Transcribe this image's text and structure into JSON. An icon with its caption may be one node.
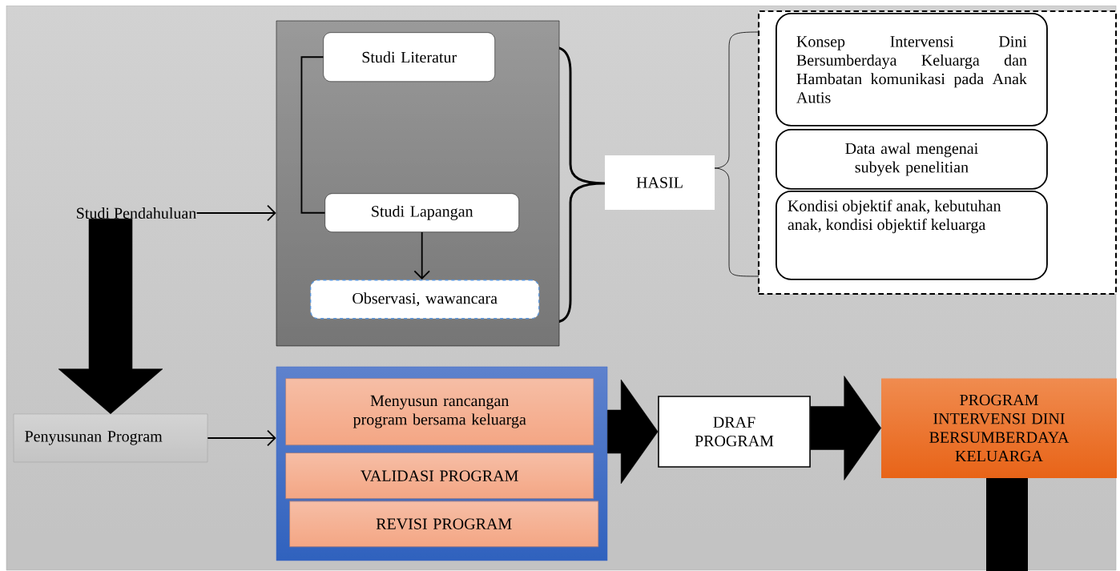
{
  "diagram": {
    "nodes": [
      {
        "text": [
          "Studi Pendahuluan"
        ]
      },
      {
        "text": [],
        "shape": "box"
      },
      {
        "text": [
          "Studi Literatur"
        ],
        "in": 1
      },
      {
        "text": [
          "Studi Lapangan"
        ],
        "in": 1
      },
      {
        "text": [
          "Observasi, wawancara"
        ],
        "in": 1
      },
      {
        "text": [
          "HASIL"
        ]
      },
      {
        "text": [],
        "shape": "box"
      },
      {
        "text": [
          "Konsep Intervensi Dini Bersumberdaya Keluarga dan Hambatan komunikasi pada Anak Autis"
        ],
        "in": 6
      },
      {
        "text": [
          "Data awal mengenai subyek penelitian"
        ],
        "in": 6
      },
      {
        "text": [
          "Kondisi objektif anak, kebutuhan anak, kondisi objektif  keluarga"
        ],
        "in": 6
      },
      {
        "text": [
          "Penyusunan Program"
        ]
      },
      {
        "text": [],
        "shape": "box"
      },
      {
        "text": [
          "Menyusun rancangan program bersama keluarga"
        ],
        "in": 11
      },
      {
        "text": [
          "VALIDASI PROGRAM"
        ],
        "in": 11
      },
      {
        "text": [
          "REVISI PROGRAM"
        ],
        "in": 11
      },
      {
        "text": [
          "DRAF PROGRAM"
        ]
      },
      {
        "text": [
          "PROGRAM INTERVENSI DINI BERSUMBERDAYA KELUARGA"
        ]
      },
      {
        "text": [],
        "shape": "bar"
      }
    ],
    "edges": [
      {
        "from": 0,
        "to": 1,
        "arrow": "to"
      },
      {
        "from": 2,
        "to": 3,
        "arrow": "none"
      },
      {
        "from": 3,
        "to": 4,
        "arrow": "to"
      },
      {
        "from": 0,
        "to": 10,
        "arrow": "to",
        "style": "thick"
      },
      {
        "from": 10,
        "to": 11,
        "arrow": "to"
      },
      {
        "from": 11,
        "to": 15,
        "arrow": "to",
        "style": "thick"
      },
      {
        "from": 15,
        "to": 16,
        "arrow": "to",
        "style": "thick"
      }
    ]
  }
}
